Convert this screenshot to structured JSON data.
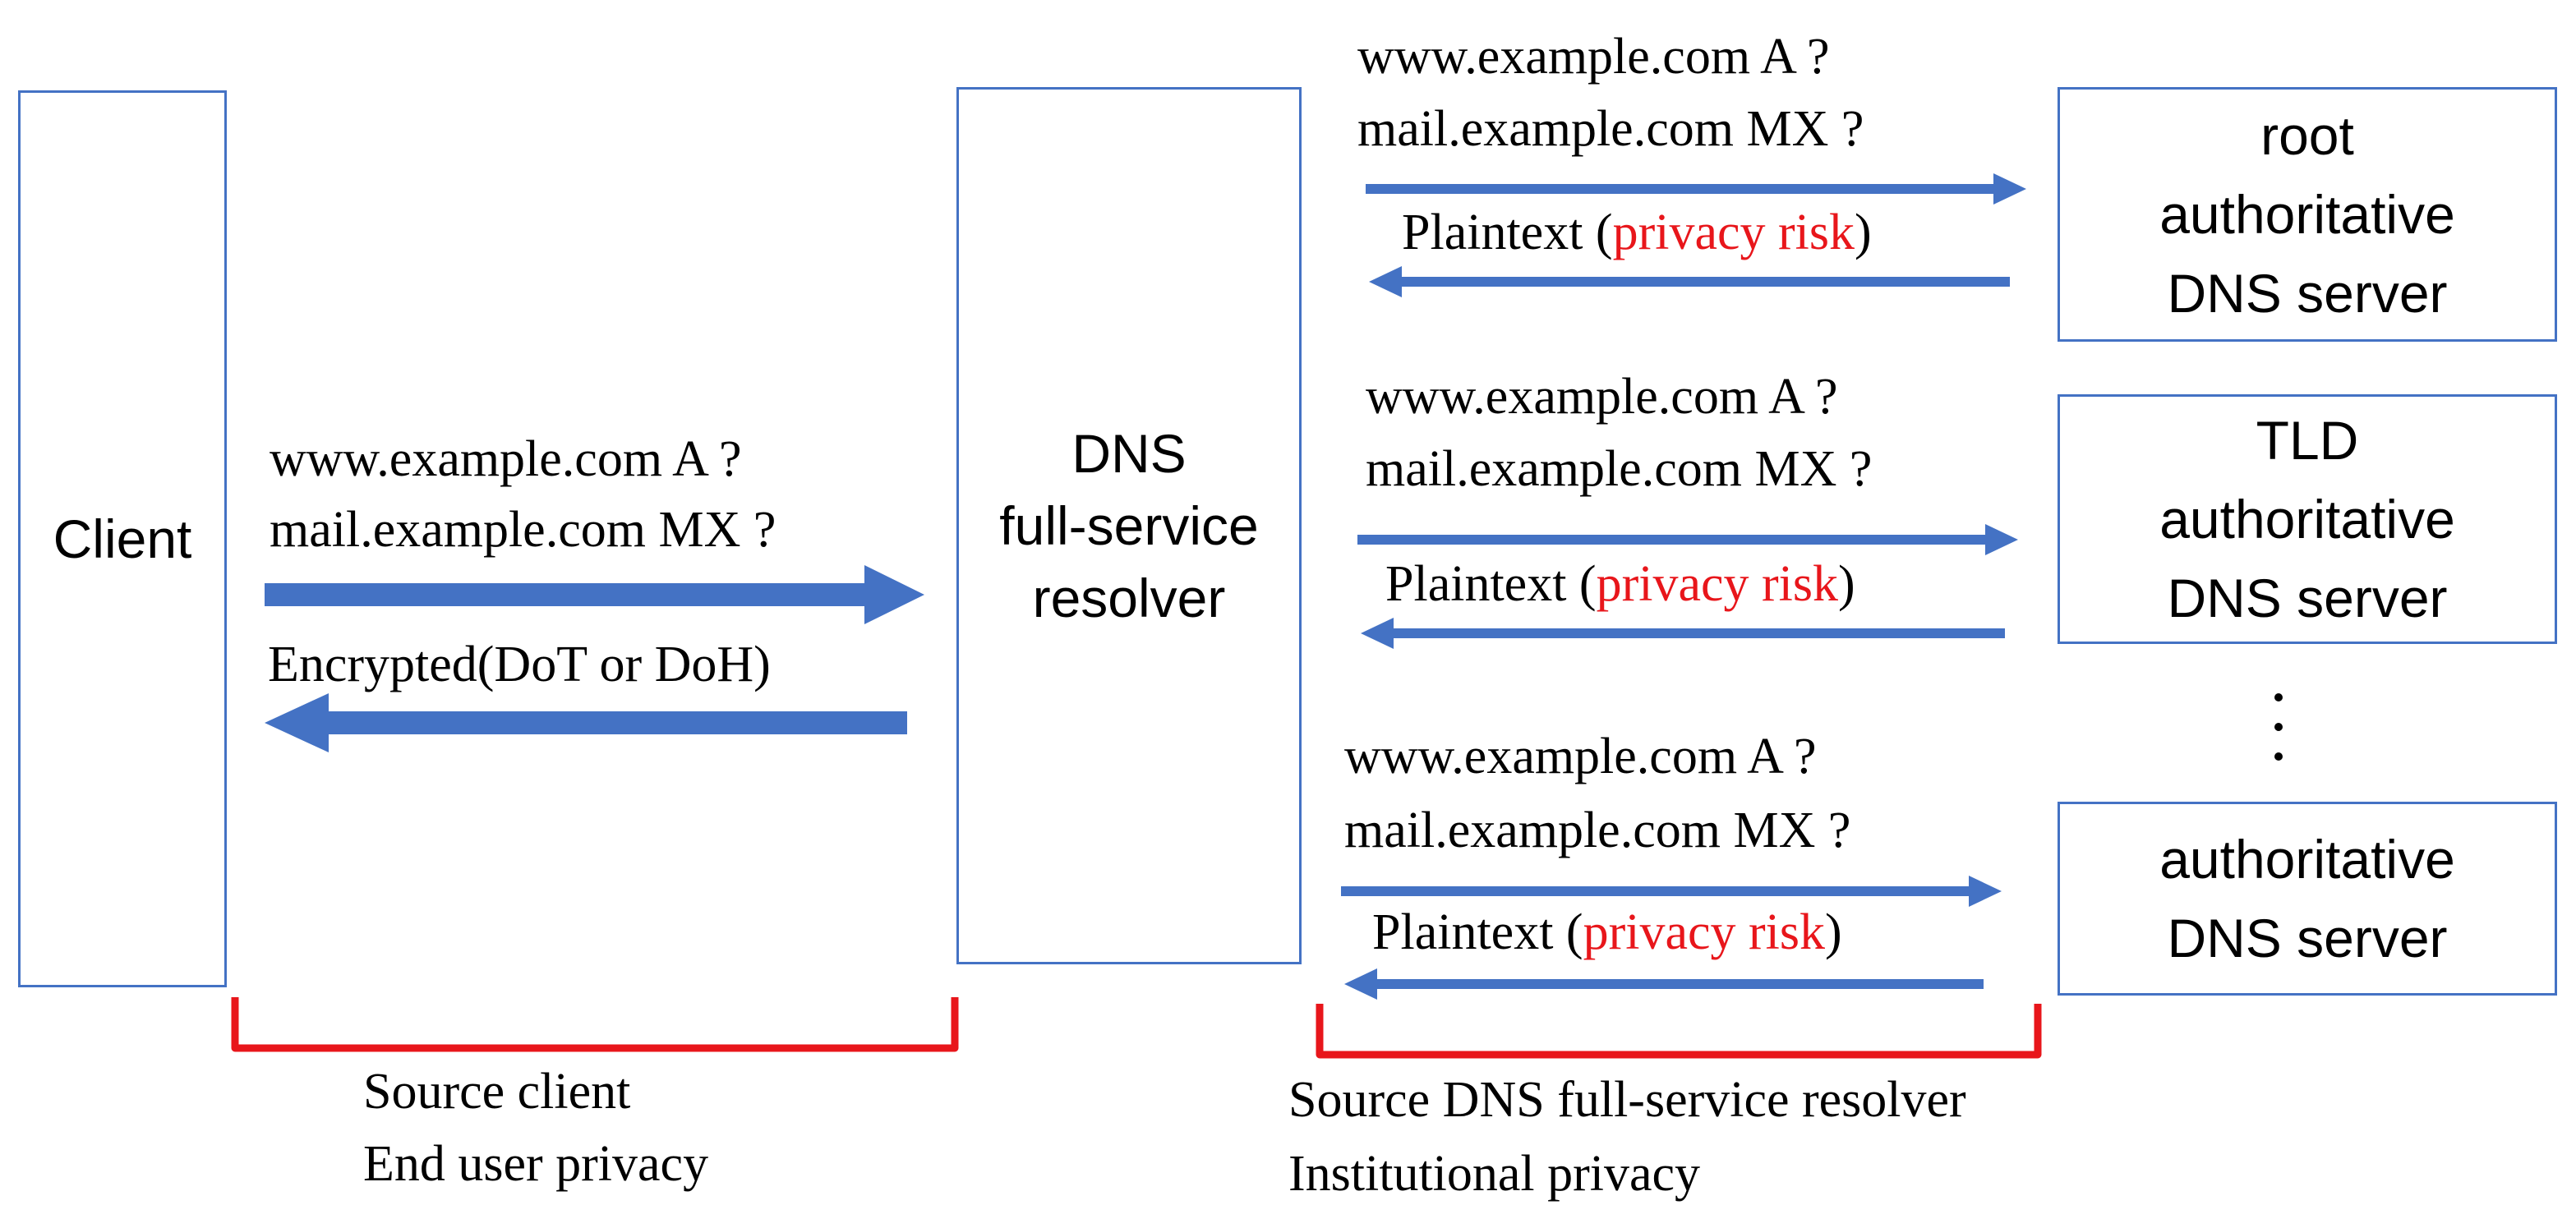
{
  "boxes": {
    "client": "Client",
    "resolver": "DNS\nfull-service\nresolver",
    "root": "root\nauthoritative\nDNS server",
    "tld": "TLD\nauthoritative\nDNS server",
    "auth": "authoritative\nDNS server"
  },
  "client_exchange": {
    "query_1": "www.example.com A ?",
    "query_2": "mail.example.com MX ?",
    "transport": "Encrypted(DoT or DoH)"
  },
  "root_exchange": {
    "query_1": "www.example.com A ?",
    "query_2": "mail.example.com MX ?",
    "plain_prefix": "Plaintext (",
    "risk": "privacy risk",
    "plain_suffix": ")"
  },
  "tld_exchange": {
    "query_1": "www.example.com A ?",
    "query_2": "mail.example.com MX ?",
    "plain_prefix": "Plaintext (",
    "risk": "privacy risk",
    "plain_suffix": ")"
  },
  "auth_exchange": {
    "query_1": "www.example.com A ?",
    "query_2": "mail.example.com MX ?",
    "plain_prefix": "Plaintext (",
    "risk": "privacy risk",
    "plain_suffix": ")"
  },
  "brackets": {
    "left_line_1": "Source client",
    "left_line_2": "End user privacy",
    "right_line_1": "Source DNS full-service resolver",
    "right_line_2": "Institutional privacy"
  },
  "colors": {
    "box_border": "#4472c4",
    "arrow": "#4472c4",
    "bracket": "#e8161b",
    "risk_text": "#e8161b"
  }
}
